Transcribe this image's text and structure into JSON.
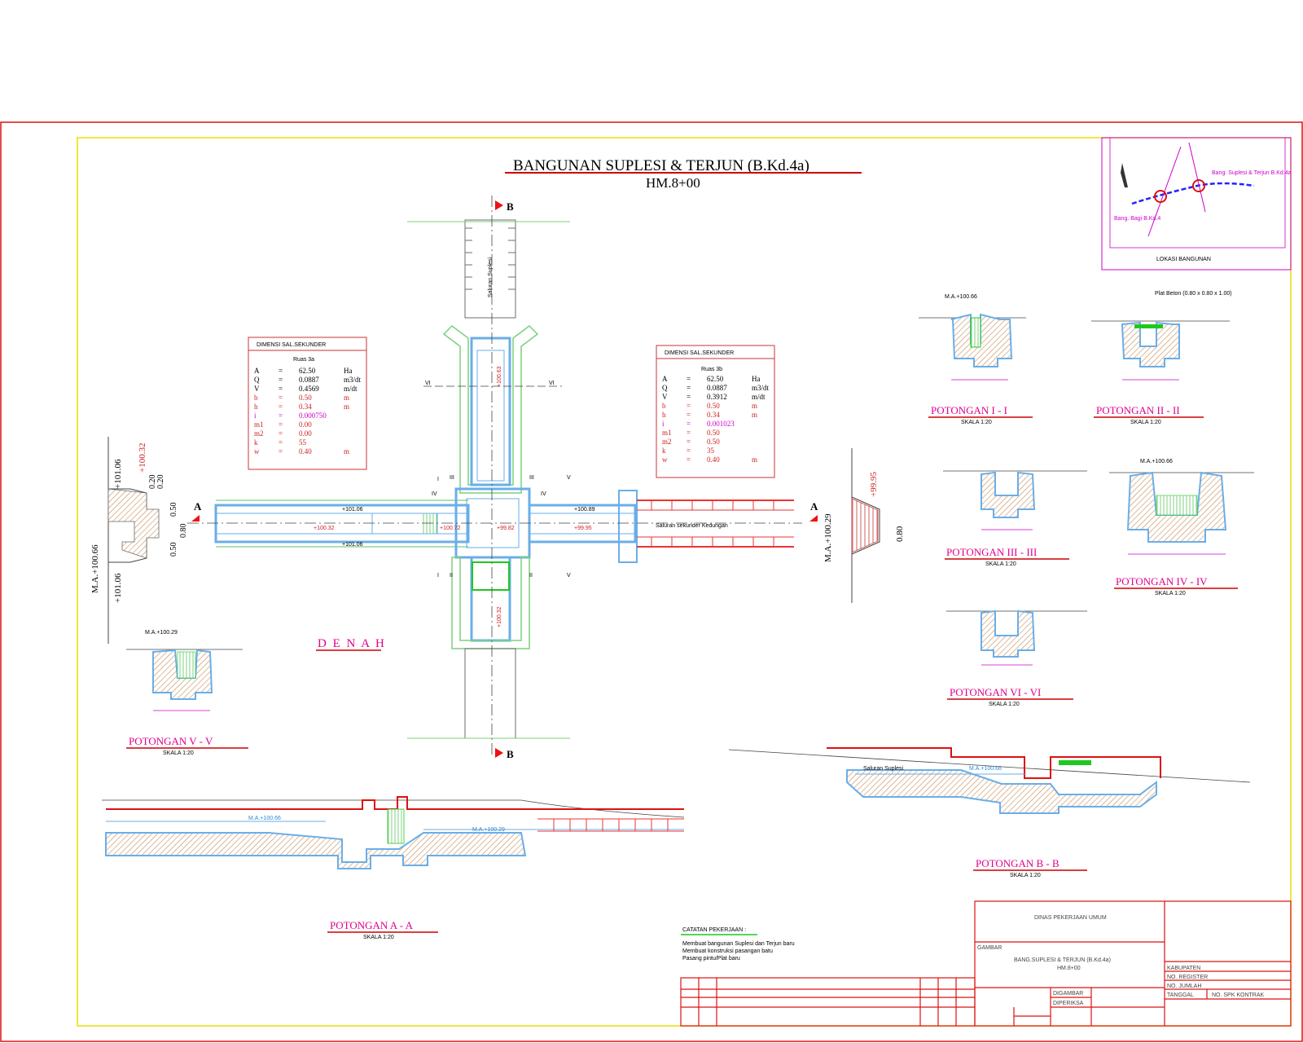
{
  "drawing": {
    "title": "BANGUNAN SUPLESI & TERJUN (B.Kd.4a)",
    "subtitle": "HM.8+00"
  },
  "plan": {
    "label": "D E N A H",
    "section_marks": {
      "a": "A",
      "b": "B"
    },
    "channel_top": "Saluran Suplesi",
    "channel_right": "Saluran sekunder Kedungan",
    "elevations": [
      "+101.06",
      "+100.32",
      "+100.89",
      "+99.95",
      "+100.63",
      "+100.72",
      "+99.82",
      "+101.06",
      "+100.32"
    ],
    "section_cuts": [
      "I",
      "II",
      "III",
      "IV",
      "V",
      "VI"
    ]
  },
  "dim_left": {
    "title": "DIMENSI SAL.SEKUNDER",
    "ruas": "Ruas 3a",
    "rows": [
      {
        "k": "A",
        "eq": "=",
        "v": "62.50",
        "u": "Ha",
        "color": "#000000"
      },
      {
        "k": "Q",
        "eq": "=",
        "v": "0.0887",
        "u": "m3/dt",
        "color": "#000000"
      },
      {
        "k": "V",
        "eq": "=",
        "v": "0.4569",
        "u": "m/dt",
        "color": "#000000"
      },
      {
        "k": "b",
        "eq": "=",
        "v": "0.50",
        "u": "m",
        "color": "#cc2222"
      },
      {
        "k": "h",
        "eq": "=",
        "v": "0.34",
        "u": "m",
        "color": "#cc2222"
      },
      {
        "k": "i",
        "eq": "=",
        "v": "0.000750",
        "u": "",
        "color": "#cc00cc"
      },
      {
        "k": "m1",
        "eq": "=",
        "v": "0.00",
        "u": "",
        "color": "#cc2222"
      },
      {
        "k": "m2",
        "eq": "=",
        "v": "0.00",
        "u": "",
        "color": "#cc2222"
      },
      {
        "k": "k",
        "eq": "=",
        "v": "55",
        "u": "",
        "color": "#cc2222"
      },
      {
        "k": "w",
        "eq": "=",
        "v": "0.40",
        "u": "m",
        "color": "#cc2222"
      }
    ]
  },
  "dim_right": {
    "title": "DIMENSI SAL.SEKUNDER",
    "ruas": "Ruas 3b",
    "rows": [
      {
        "k": "A",
        "eq": "=",
        "v": "62.50",
        "u": "Ha",
        "color": "#000000"
      },
      {
        "k": "Q",
        "eq": "=",
        "v": "0.0887",
        "u": "m3/dt",
        "color": "#000000"
      },
      {
        "k": "V",
        "eq": "=",
        "v": "0.3912",
        "u": "m/dt",
        "color": "#000000"
      },
      {
        "k": "b",
        "eq": "=",
        "v": "0.50",
        "u": "m",
        "color": "#cc2222"
      },
      {
        "k": "h",
        "eq": "=",
        "v": "0.34",
        "u": "m",
        "color": "#cc2222"
      },
      {
        "k": "i",
        "eq": "=",
        "v": "0.001023",
        "u": "",
        "color": "#cc00cc"
      },
      {
        "k": "m1",
        "eq": "=",
        "v": "0.50",
        "u": "",
        "color": "#cc2222"
      },
      {
        "k": "m2",
        "eq": "=",
        "v": "0.50",
        "u": "",
        "color": "#cc2222"
      },
      {
        "k": "k",
        "eq": "=",
        "v": "35",
        "u": "",
        "color": "#cc2222"
      },
      {
        "k": "w",
        "eq": "=",
        "v": "0.40",
        "u": "m",
        "color": "#cc2222"
      }
    ]
  },
  "left_section": {
    "ma": "M.A.+100.66",
    "elev_top": "+101.06",
    "elev_bottom": "+101.06",
    "elev_red": "+100.32",
    "dims": [
      "0.20",
      "0.20",
      "0.50",
      "0.80",
      "0.50"
    ]
  },
  "right_section": {
    "ma": "M.A.+100.29",
    "elev_red": "+99.95",
    "dims": [
      "0.80"
    ]
  },
  "sections": [
    {
      "id": "i",
      "label": "POTONGAN I - I",
      "scale": "SKALA 1:20",
      "note": "M.A.+100.66"
    },
    {
      "id": "ii",
      "label": "POTONGAN II - II",
      "scale": "SKALA 1:20",
      "note": "Plat Beton (0.80 x 0.80 x 1.00)"
    },
    {
      "id": "iii",
      "label": "POTONGAN III - III",
      "scale": "SKALA 1:20",
      "note": ""
    },
    {
      "id": "iv",
      "label": "POTONGAN IV - IV",
      "scale": "SKALA 1:20",
      "note": "M.A.+100.66"
    },
    {
      "id": "v",
      "label": "POTONGAN V - V",
      "scale": "SKALA 1:20",
      "note": "M.A.+100.29"
    },
    {
      "id": "vi",
      "label": "POTONGAN VI - VI",
      "scale": "SKALA 1:20",
      "note": ""
    }
  ],
  "long_sections": {
    "aa": {
      "label": "POTONGAN A - A",
      "scale": "SKALA 1:20",
      "ma1": "M.A.+100.66",
      "ma2": "M.A.+100.29"
    },
    "bb": {
      "label": "POTONGAN B - B",
      "scale": "SKALA 1:20",
      "ma1": "M.A.+100.66",
      "channel": "Saluran Suplesi"
    }
  },
  "location": {
    "label": "LOKASI BANGUNAN",
    "notes": [
      "Bang. Suplesi & Terjun B.Kd.4a",
      "Bang. Bagi B.Kd.4"
    ]
  },
  "notes": {
    "title": "CATATAN PEKERJAAN :",
    "items": [
      "Membuat bangunan Suplesi dan Terjun baru",
      "Membuat konstruksi pasangan batu",
      "Pasang pintu/Plat baru"
    ]
  },
  "title_block": {
    "agency": "DINAS PEKERJAAN UMUM",
    "content_label": "GAMBAR",
    "content": "BANG.SUPLESI & TERJUN (B.Kd.4a)",
    "content2": "HM.8+00",
    "kabupaten": "KABUPATEN",
    "reg": "NO. REGISTER",
    "sheets": "NO. JUMLAH",
    "date": "TANGGAL",
    "contract": "NO. SPK KONTRAK",
    "drawn": "DIGAMBAR",
    "checked": "DIPERIKSA"
  },
  "colors": {
    "frame": "#dd1111",
    "inner_frame": "#e8e000",
    "concrete": "#6aaee8",
    "title_pink": "#e0008c",
    "dim_red": "#cc2222",
    "green": "#1fc81f"
  }
}
